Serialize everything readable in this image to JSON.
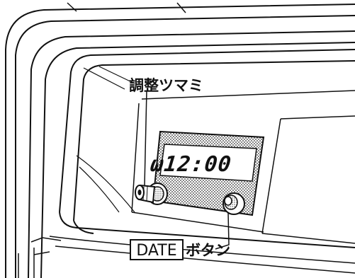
{
  "labels": {
    "adjust_knob": "調整ツマミ",
    "date_button_boxed": "DATE",
    "date_button_suffix": "ボタン"
  },
  "display": {
    "readout": "ω12:00"
  }
}
